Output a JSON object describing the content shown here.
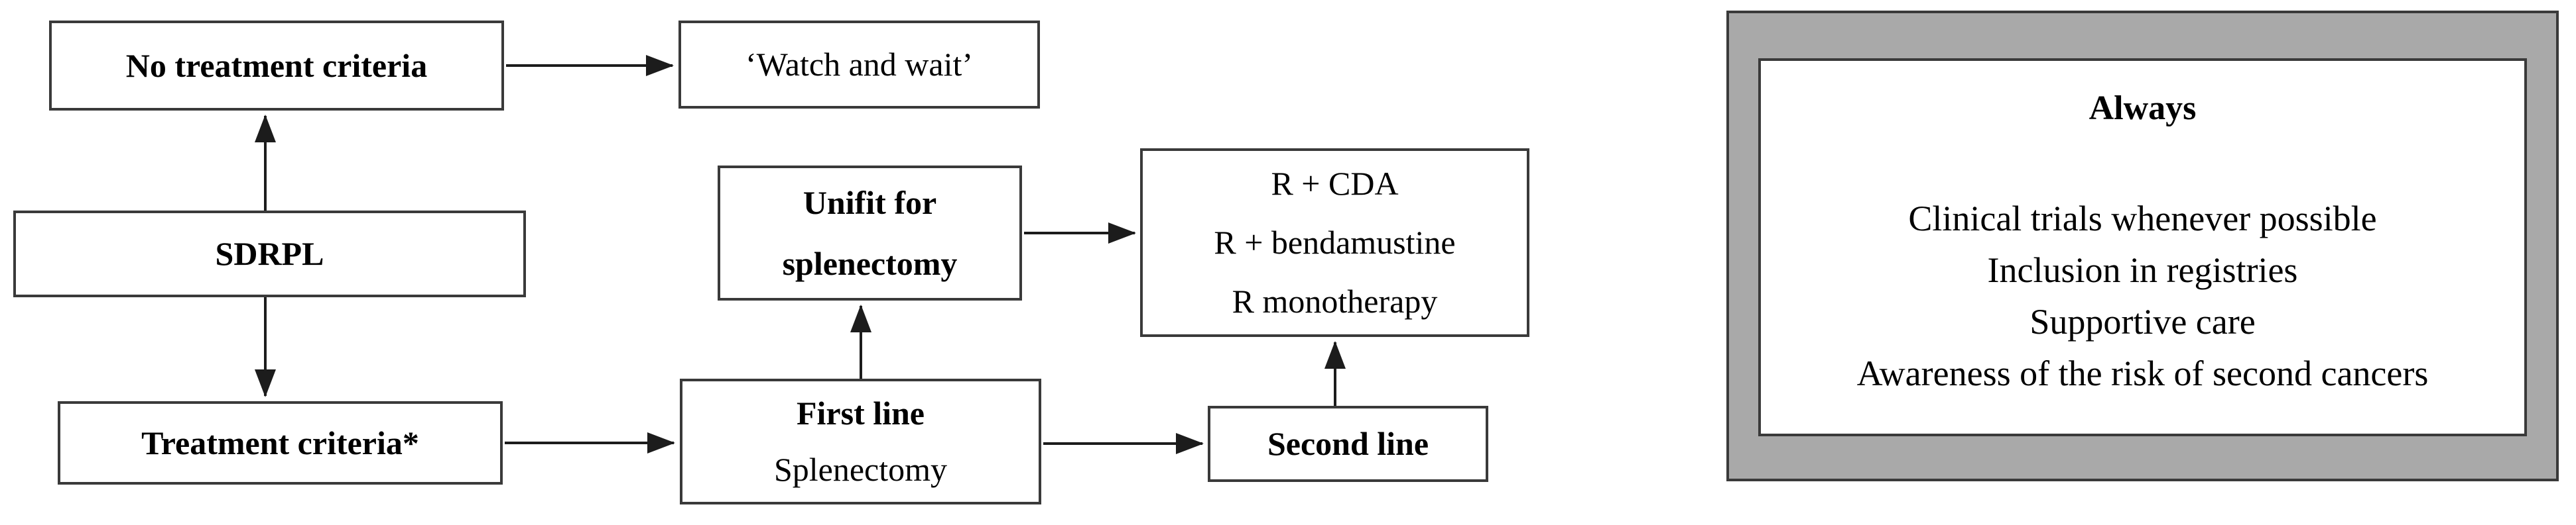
{
  "figure": {
    "flowchart": {
      "nodes": {
        "no_treatment_criteria": {
          "label": "No treatment criteria"
        },
        "watch_and_wait": {
          "label": "‘Watch and wait’"
        },
        "sdrpl": {
          "label": "SDRPL"
        },
        "unfit_for_splenectomy": {
          "line1": "Unifit for",
          "line2": "splenectomy"
        },
        "r_regimens": {
          "line1": "R + CDA",
          "line2": "R + bendamustine",
          "line3": "R monotherapy"
        },
        "treatment_criteria": {
          "label": "Treatment criteria*"
        },
        "first_line": {
          "title": "First line",
          "subtitle": "Splenectomy"
        },
        "second_line": {
          "label": "Second line"
        }
      }
    },
    "always_panel": {
      "title": "Always",
      "items": [
        "Clinical trials whenever possible",
        "Inclusion in registries",
        "Supportive care",
        "Awareness of the risk of second cancers"
      ]
    }
  },
  "colors": {
    "panel_gray": "#a9a9a9",
    "box_border": "#3a3a3a",
    "arrow_black": "#1c1c1c",
    "text_black": "#000000"
  }
}
